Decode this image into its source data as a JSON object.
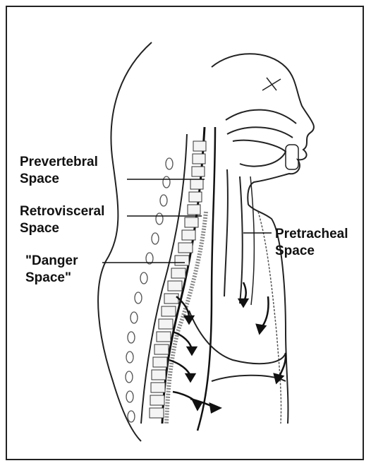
{
  "labels": {
    "prevertebral_line1": "Prevertebral",
    "prevertebral_line2": "Space",
    "retrovisceral_line1": "Retrovisceral",
    "retrovisceral_line2": "Space",
    "danger_line1": "\"Danger",
    "danger_line2": "Space\"",
    "pretracheal_line1": "Pretracheal",
    "pretracheal_line2": "Space"
  }
}
